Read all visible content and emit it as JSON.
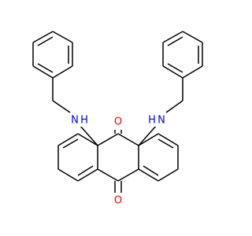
{
  "structure": {
    "atom_labels": {
      "n_left": "N",
      "h_left": "H",
      "n_right": "H",
      "h_right": "N",
      "o_top": "O",
      "o_bottom": "O"
    },
    "colors": {
      "bond": "#000000",
      "nitrogen": "#0000ff",
      "oxygen": "#ff0000",
      "background": "#ffffff"
    }
  }
}
